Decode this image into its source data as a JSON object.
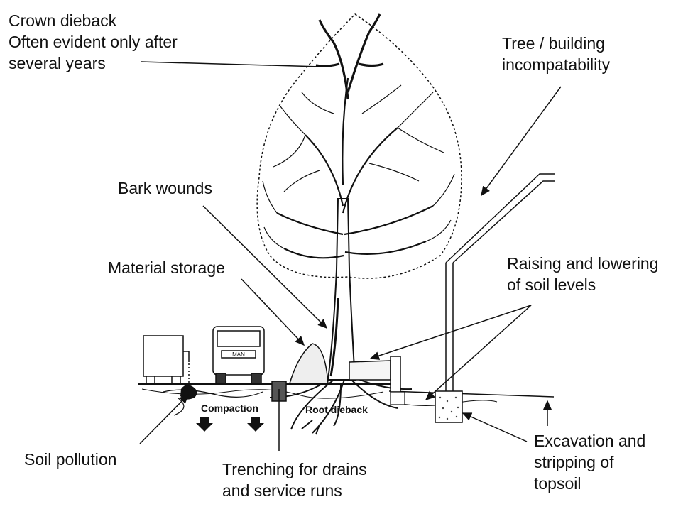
{
  "labels": {
    "crown_dieback": [
      "Crown dieback",
      "Often evident only after",
      "several years"
    ],
    "tree_building": [
      "Tree / building",
      "incompatability"
    ],
    "bark_wounds": [
      "Bark wounds"
    ],
    "material_storage": [
      "Material storage"
    ],
    "raising_lowering": [
      "Raising and lowering",
      "of soil levels"
    ],
    "soil_pollution": [
      "Soil pollution"
    ],
    "trenching": [
      "Trenching for drains",
      "and service runs"
    ],
    "excavation": [
      "Excavation and",
      "stripping of",
      "topsoil"
    ],
    "compaction": "Compaction",
    "root_dieback": "Root dieback",
    "truck_plate": "MAN"
  }
}
